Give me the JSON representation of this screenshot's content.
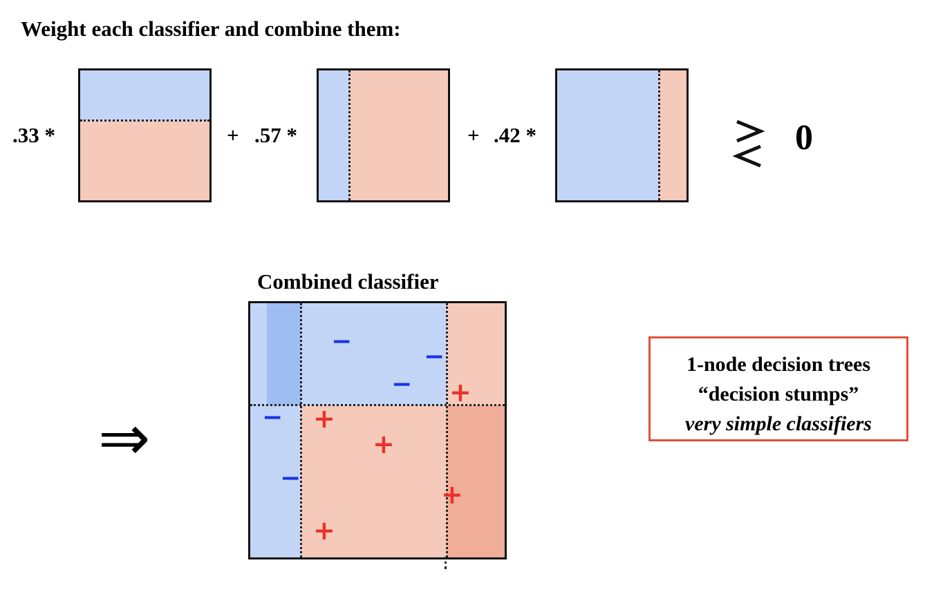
{
  "title": "Weight each classifier and combine them:",
  "weights": [
    ".33 *",
    ".57 *",
    ".42 *"
  ],
  "plus": [
    "+",
    "+"
  ],
  "comparison": "≷",
  "threshold": "0",
  "combined_title": "Combined classifier",
  "implies_symbol": "⇒",
  "minus_symbol": "−",
  "plus_symbol": "+",
  "callout": {
    "line1": "1-node decision trees",
    "line2": "“decision stumps”",
    "line3": "very simple classifiers"
  },
  "colors": {
    "blue_region": "#c3d5f7",
    "red_region": "#f5cabb",
    "dark_blue_region": "#9dbdf3",
    "dark_red_region": "#f0ad97",
    "minus_color": "#1a33e6",
    "plus_color": "#e8332a",
    "callout_border": "#e0503a"
  }
}
